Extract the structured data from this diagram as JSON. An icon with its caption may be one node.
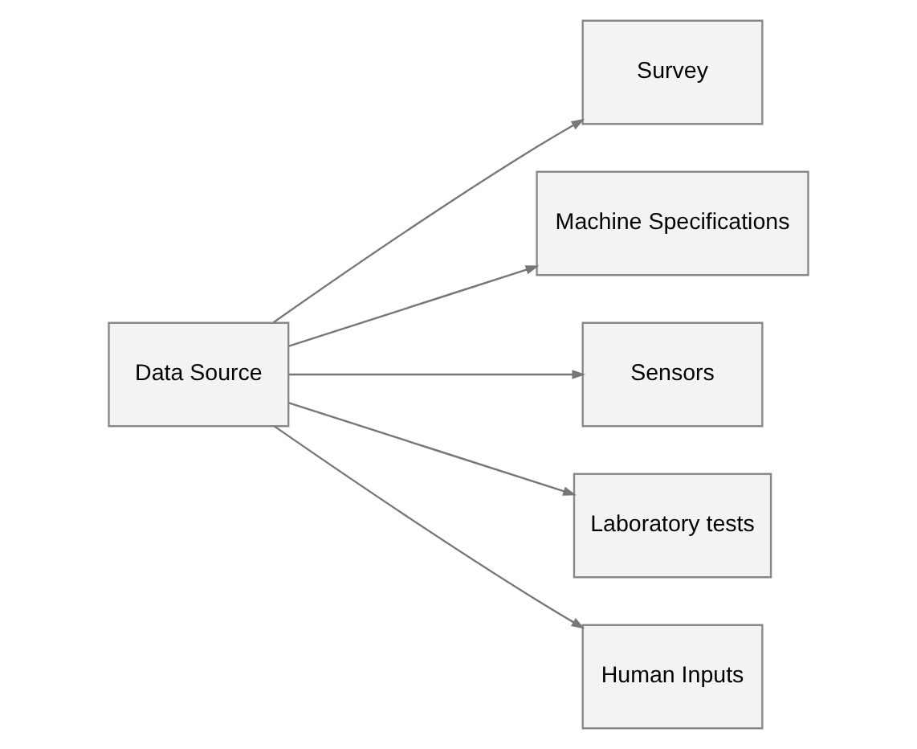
{
  "diagram": {
    "nodes": [
      {
        "text": [
          "Data Source"
        ]
      },
      {
        "text": [
          "Survey"
        ]
      },
      {
        "text": [
          "Machine Specifications"
        ]
      },
      {
        "text": [
          "Sensors"
        ]
      },
      {
        "text": [
          "Laboratory tests"
        ]
      },
      {
        "text": [
          "Human Inputs"
        ]
      }
    ],
    "edges": [
      {
        "from": 0,
        "to": 1,
        "arrow": "to"
      },
      {
        "from": 0,
        "to": 2,
        "arrow": "to"
      },
      {
        "from": 0,
        "to": 3,
        "arrow": "to"
      },
      {
        "from": 0,
        "to": 4,
        "arrow": "to"
      },
      {
        "from": 0,
        "to": 5,
        "arrow": "to"
      }
    ]
  }
}
